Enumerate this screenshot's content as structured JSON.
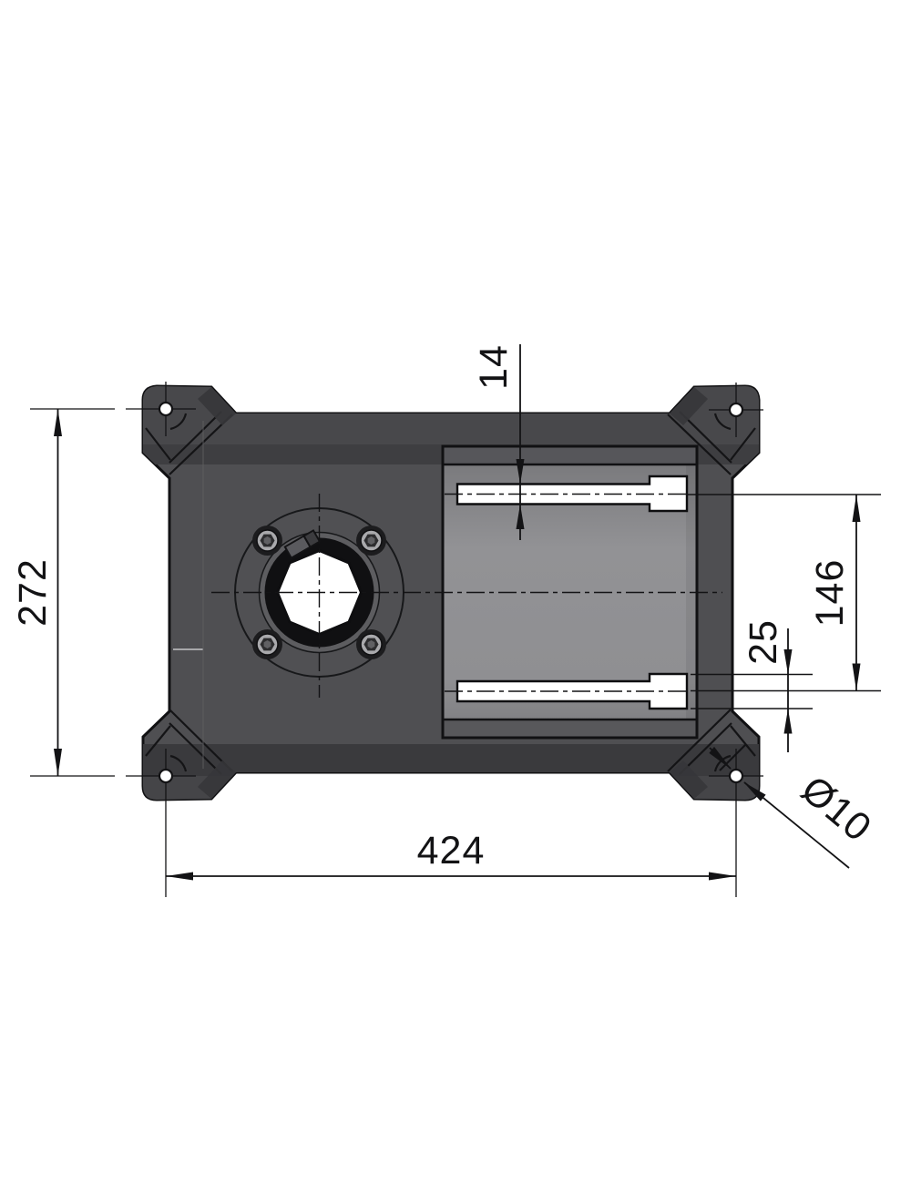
{
  "drawing": {
    "kind": "technical-dimension-drawing",
    "background": "#ffffff",
    "line_color": "#131315",
    "body_color": "#4f4f52",
    "recess_color": "#8f8f92",
    "slot_color": "#ffffff",
    "dimensions": {
      "overall_height": {
        "label": "272"
      },
      "overall_width": {
        "label": "424"
      },
      "slot_height": {
        "label": "14"
      },
      "slot_center_distance": {
        "label": "146"
      },
      "slot_end_height": {
        "label": "25"
      },
      "corner_hole_diameter": {
        "label": "Ø10"
      }
    }
  }
}
